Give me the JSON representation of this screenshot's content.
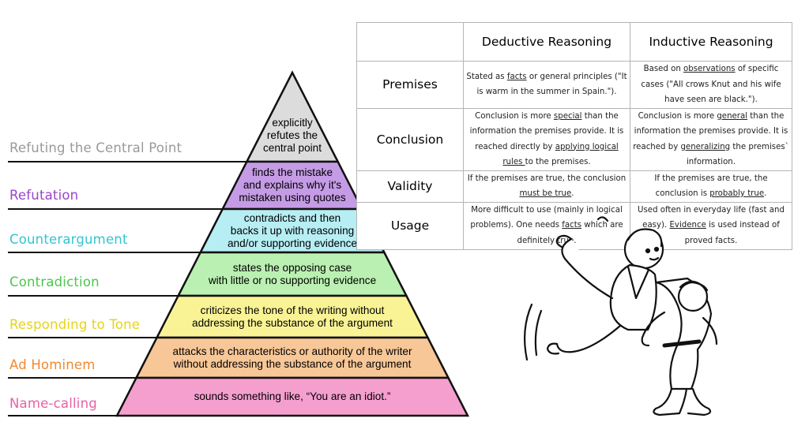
{
  "pyramid": {
    "levels": [
      {
        "label": "Refuting the Central Point",
        "label_color": "#999999",
        "fill": "#dcdcdc",
        "description": [
          "explicitly",
          "refutes the",
          "central point"
        ]
      },
      {
        "label": "Refutation",
        "label_color": "#9944cc",
        "fill": "#c59be6",
        "description": [
          "finds the mistake",
          "and explains why it's",
          "mistaken using quotes"
        ]
      },
      {
        "label": "Counterargument",
        "label_color": "#33c4d1",
        "fill": "#b6eef3",
        "description": [
          "contradicts and then",
          "backs it up with reasoning",
          "and/or supporting evidence"
        ]
      },
      {
        "label": "Contradiction",
        "label_color": "#4cc64c",
        "fill": "#baf0b1",
        "description": [
          "states the opposing case",
          "with little or no supporting evidence"
        ]
      },
      {
        "label": "Responding to Tone",
        "label_color": "#e6d41a",
        "fill": "#f9f395",
        "description": [
          "criticizes the tone of the writing without",
          "addressing the substance of the argument"
        ]
      },
      {
        "label": "Ad Hominem",
        "label_color": "#f08a2c",
        "fill": "#f8c797",
        "description": [
          "attacks the characteristics or authority of the writer",
          "without addressing the substance of the argument"
        ]
      },
      {
        "label": "Name-calling",
        "label_color": "#e860a6",
        "fill": "#f59fcf",
        "description": [
          "sounds something like, “You are an idiot.”"
        ]
      }
    ]
  },
  "table": {
    "headers": [
      "",
      "Deductive Reasoning",
      "Inductive Reasoning"
    ],
    "rows": [
      {
        "label": "Premises",
        "deductive": [
          {
            "t": "Stated as "
          },
          {
            "t": "facts",
            "u": true
          },
          {
            "t": " or general principles (\"It is warm in the summer in Spain.\")."
          }
        ],
        "inductive": [
          {
            "t": "Based on "
          },
          {
            "t": "observations",
            "u": true
          },
          {
            "t": " of specific cases (\"All crows Knut and his wife have seen are black.\")."
          }
        ]
      },
      {
        "label": "Conclusion",
        "deductive": [
          {
            "t": "Conclusion is more "
          },
          {
            "t": "special",
            "u": true
          },
          {
            "t": " than the information the premises provide. It is reached directly by "
          },
          {
            "t": "applying logical rules ",
            "u": true
          },
          {
            "t": " to the premises."
          }
        ],
        "inductive": [
          {
            "t": "Conclusion is more "
          },
          {
            "t": "general",
            "u": true
          },
          {
            "t": " than the information the premises provide. It is reached by "
          },
          {
            "t": " generalizing",
            "u": true
          },
          {
            "t": " the premises` information."
          }
        ]
      },
      {
        "label": "Validity",
        "deductive": [
          {
            "t": "If the premises are true, the conclusion "
          },
          {
            "t": "must be true",
            "u": true
          },
          {
            "t": "."
          }
        ],
        "inductive": [
          {
            "t": "If the premises are true, the conclusion is "
          },
          {
            "t": "probably true",
            "u": true
          },
          {
            "t": "."
          }
        ]
      },
      {
        "label": "Usage",
        "deductive": [
          {
            "t": "More difficult to use (mainly in logical problems). One needs "
          },
          {
            "t": "facts",
            "u": true
          },
          {
            "t": " which are definitely true."
          }
        ],
        "inductive": [
          {
            "t": "Used often in everyday life (fast and easy). "
          },
          {
            "t": "Evidence",
            "u": true
          },
          {
            "t": " is used instead of proved facts."
          }
        ]
      }
    ]
  },
  "illustration": {
    "icon": "judo-throw-cartoon-icon"
  }
}
